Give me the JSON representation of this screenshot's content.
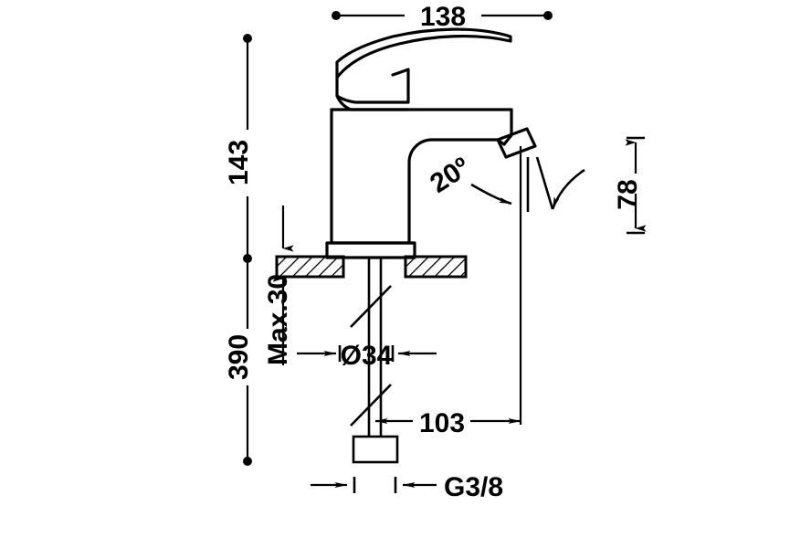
{
  "drawing": {
    "title": "Single-lever basin mixer tap — dimensioned technical drawing",
    "units": "mm",
    "line_color": "#000000",
    "background_color": "#ffffff"
  },
  "dimensions": {
    "width_total": "138",
    "height_above_counter": "143",
    "height_total": "390",
    "counter_thickness_max": "Max.30",
    "hole_diameter": "Ø34",
    "spout_projection": "103",
    "spout_height": "78",
    "thread_size": "G3/8",
    "outlet_angle": "20º"
  },
  "labels": {
    "dim_138": "138",
    "dim_143": "143",
    "dim_390": "390",
    "dim_max30": "Max.30",
    "dim_d34": "Ø34",
    "dim_103": "103",
    "dim_78": "78",
    "dim_g38": "G3/8",
    "dim_20deg": "20º"
  },
  "parts": {
    "lever_handle": "lever-handle",
    "body": "faucet-body",
    "spout": "faucet-spout",
    "aerator": "aerator",
    "base_collar": "base-collar",
    "countertop": "countertop",
    "threaded_stem": "threaded-stem",
    "supply_connector": "supply-connector"
  }
}
